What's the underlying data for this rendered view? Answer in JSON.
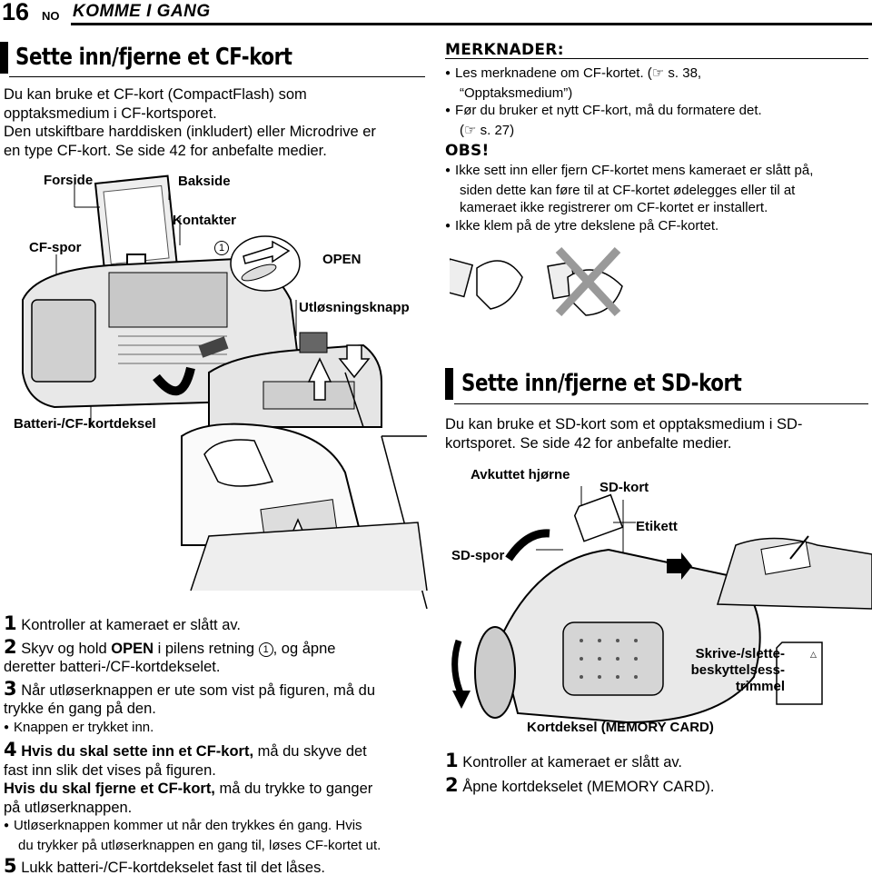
{
  "header": {
    "page_number": "16",
    "lang": "NO",
    "section": "KOMME I GANG"
  },
  "cf": {
    "title": "Sette inn/fjerne et CF-kort",
    "intro": [
      "Du kan bruke et CF-kort (CompactFlash) som",
      "opptaksmedium i CF-kortsporet.",
      "Den utskiftbare harddisken (inkludert) eller Microdrive er",
      "en type CF-kort. Se side 42 for anbefalte medier."
    ],
    "labels": {
      "forside": "Forside",
      "bakside": "Bakside",
      "kontakter": "Kontakter",
      "cf_spor": "CF-spor",
      "circle1": "1",
      "open": "OPEN",
      "utlosningsknapp": "Utløsningsknapp",
      "batterideksel": "Batteri-/CF-kortdeksel"
    },
    "steps": {
      "s1_num": "1",
      "s1": "Kontroller at kameraet er slått av.",
      "s2_num": "2",
      "s2_a": "Skyv og hold ",
      "s2_open": "OPEN",
      "s2_b": " i pilens retning ",
      "s2_circle": "1",
      "s2_c": ", og åpne",
      "s2_d": "deretter batteri-/CF-kortdekselet.",
      "s3_num": "3",
      "s3_a": "Når utløserknappen er ute som vist på figuren, må du",
      "s3_b": "trykke én gang på den.",
      "s3_bullet": "Knappen er trykket inn.",
      "s4_num": "4",
      "s4_a_bold": "Hvis du skal sette inn et CF-kort,",
      "s4_a_rest": " må du skyve det",
      "s4_b": "fast inn slik det vises på figuren.",
      "s4_c_bold": "Hvis du skal fjerne et CF-kort,",
      "s4_c_rest": " må du trykke to ganger",
      "s4_d": "på utløserknappen.",
      "s4_bullet_a": "Utløserknappen kommer ut når den trykkes én gang. Hvis",
      "s4_bullet_b": "du trykker på utløserknappen en gang til, løses CF-kortet ut.",
      "s5_num": "5",
      "s5": "Lukk batteri-/CF-kortdekselet fast til det låses."
    }
  },
  "notes": {
    "merknader_title": "MERKNADER:",
    "m1_a": "Les merknadene om CF-kortet. (",
    "m1_ref": "☞",
    "m1_b": " s. 38,",
    "m1_c": "“Opptaksmedium”)",
    "m2_a": "Før du bruker et nytt CF-kort, må du formatere det.",
    "m2_b_ref": "☞",
    "m2_b": " s. 27)",
    "obs_title": "OBS!",
    "o1_a": "Ikke sett inn eller fjern CF-kortet mens kameraet er slått på,",
    "o1_b": "siden dette kan føre til at CF-kortet ødelegges eller til at",
    "o1_c": "kameraet ikke registrerer om CF-kortet er installert.",
    "o2": "Ikke klem på de ytre dekslene på CF-kortet."
  },
  "sd": {
    "title": "Sette inn/fjerne et SD-kort",
    "intro": [
      "Du kan bruke et SD-kort som et opptaksmedium i SD-",
      "kortsporet. Se side 42 for anbefalte medier."
    ],
    "labels": {
      "avkuttet": "Avkuttet hjørne",
      "sd_kort": "SD-kort",
      "etikett": "Etikett",
      "sd_spor": "SD-spor",
      "skrive_1": "Skrive-/slette-",
      "skrive_2": "beskyttelsess-",
      "skrive_3": "trimmel",
      "kortdeksel": "Kortdeksel (MEMORY CARD)"
    },
    "steps": {
      "s1_num": "1",
      "s1": "Kontroller at kameraet er slått av.",
      "s2_num": "2",
      "s2": "Åpne kortdekselet (MEMORY CARD)."
    }
  }
}
